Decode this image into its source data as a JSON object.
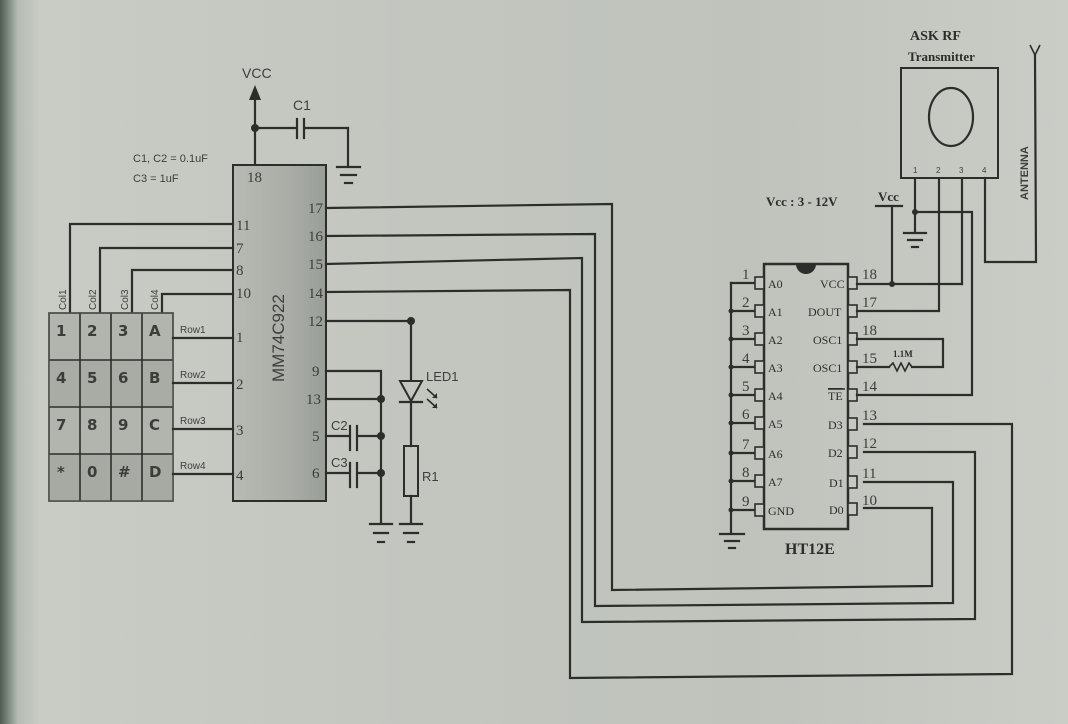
{
  "schematic": {
    "left": {
      "vcc_label": "VCC",
      "c1_label": "C1",
      "cap_note_1": "C1, C2 = 0.1uF",
      "cap_note_2": "C3 = 1uF",
      "ic_name": "MM74C922",
      "ic_pins_top": "18",
      "ic_pins_left": [
        "11",
        "7",
        "8",
        "10",
        "1",
        "2",
        "3",
        "4"
      ],
      "ic_pins_right": [
        "17",
        "16",
        "15",
        "14",
        "12",
        "9",
        "13",
        "5",
        "6"
      ],
      "col_labels": [
        "Col1",
        "Col2",
        "Col3",
        "Col4"
      ],
      "row_labels": [
        "Row1",
        "Row2",
        "Row3",
        "Row4"
      ],
      "keypad": [
        [
          "1",
          "2",
          "3",
          "A"
        ],
        [
          "4",
          "5",
          "6",
          "B"
        ],
        [
          "7",
          "8",
          "9",
          "C"
        ],
        [
          "*",
          "0",
          "#",
          "D"
        ]
      ],
      "c2_label": "C2",
      "c3_label": "C3",
      "led_label": "LED1",
      "r1_label": "R1"
    },
    "right": {
      "supply_note": "Vcc : 3 - 12V",
      "vcc_label": "Vcc",
      "ic_name": "HT12E",
      "left_pins": [
        {
          "num": "1",
          "name": "A0"
        },
        {
          "num": "2",
          "name": "A1"
        },
        {
          "num": "3",
          "name": "A2"
        },
        {
          "num": "4",
          "name": "A3"
        },
        {
          "num": "5",
          "name": "A4"
        },
        {
          "num": "6",
          "name": "A5"
        },
        {
          "num": "7",
          "name": "A6"
        },
        {
          "num": "8",
          "name": "A7"
        },
        {
          "num": "9",
          "name": "GND"
        }
      ],
      "right_pins": [
        {
          "num": "18",
          "name": "VCC"
        },
        {
          "num": "17",
          "name": "DOUT"
        },
        {
          "num": "18",
          "name": "OSC1"
        },
        {
          "num": "15",
          "name": "OSC1"
        },
        {
          "num": "14",
          "name": "TE"
        },
        {
          "num": "13",
          "name": "D3"
        },
        {
          "num": "12",
          "name": "D2"
        },
        {
          "num": "11",
          "name": "D1"
        },
        {
          "num": "10",
          "name": "D0"
        }
      ],
      "resistor_label": "1.1M",
      "tx_title_1": "ASK RF",
      "tx_title_2": "Transmitter",
      "tx_pins": [
        "1",
        "2",
        "3",
        "4"
      ],
      "antenna_label": "ANTENNA"
    }
  }
}
